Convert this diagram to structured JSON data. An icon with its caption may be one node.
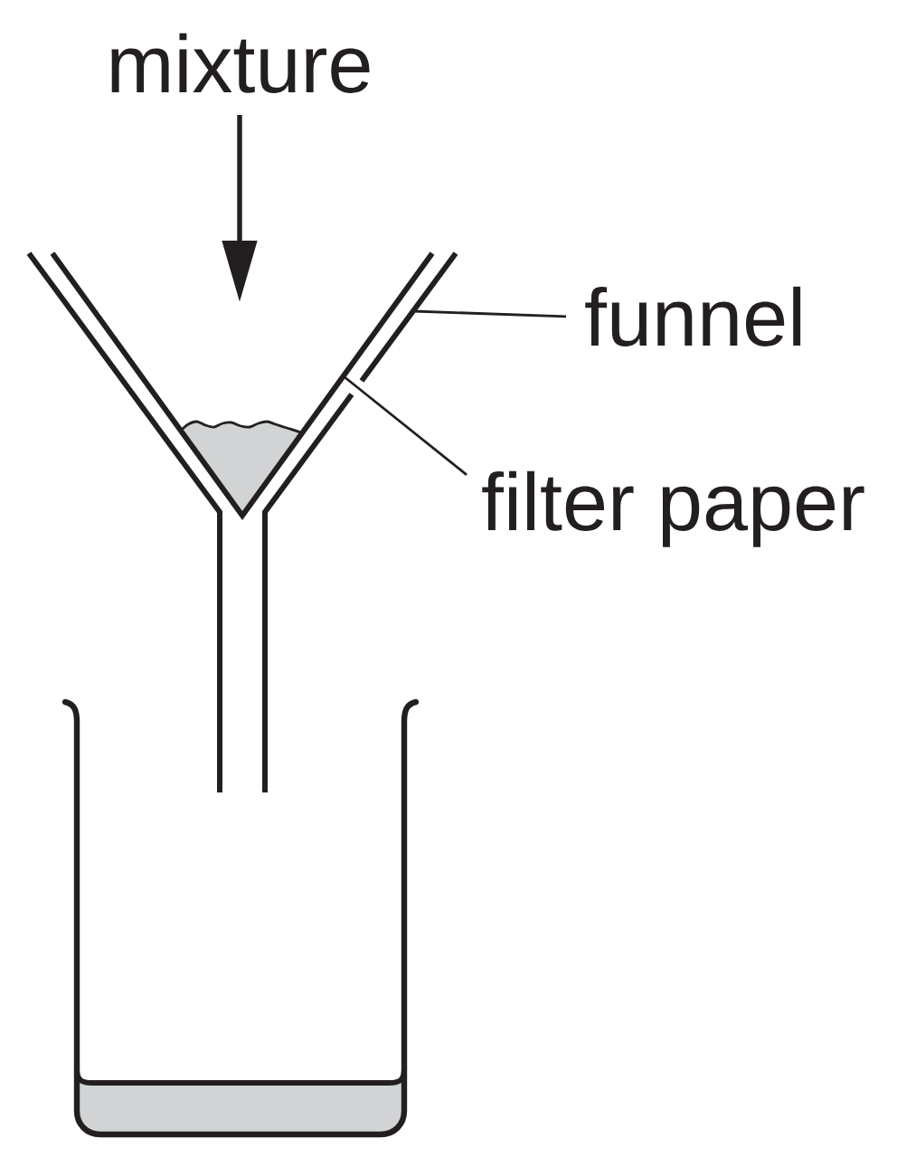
{
  "diagram": {
    "nodes": [
      {
        "text": [
          "mixture"
        ]
      },
      {
        "text": [],
        "shape": "picture"
      },
      {
        "text": [
          "funnel"
        ]
      },
      {
        "text": [],
        "shape": "picture",
        "in": 1
      },
      {
        "text": [
          "filter paper"
        ]
      }
    ],
    "edges": [
      {
        "from": 0,
        "to": 1,
        "arrow": "to"
      },
      {
        "from": 2,
        "to": 1,
        "arrow": "none"
      },
      {
        "from": 4,
        "to": 3,
        "arrow": "none"
      }
    ]
  }
}
